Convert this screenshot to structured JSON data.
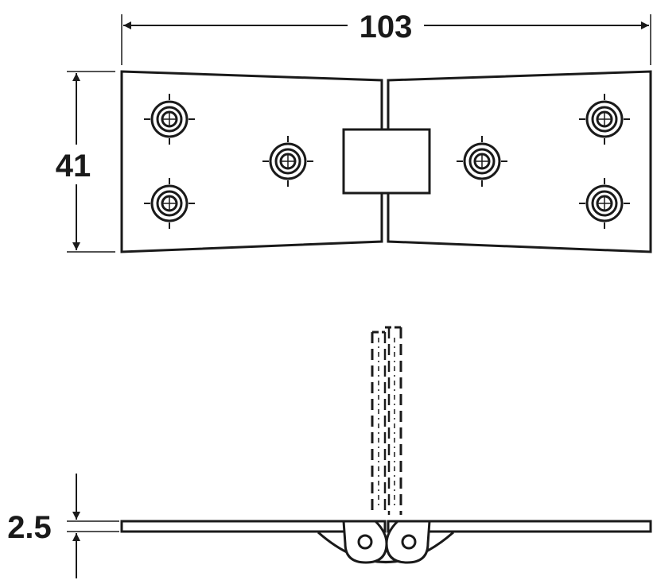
{
  "drawing": {
    "subject": "",
    "dimensions": {
      "width": "103",
      "height": "41",
      "thickness": "2.5"
    }
  }
}
